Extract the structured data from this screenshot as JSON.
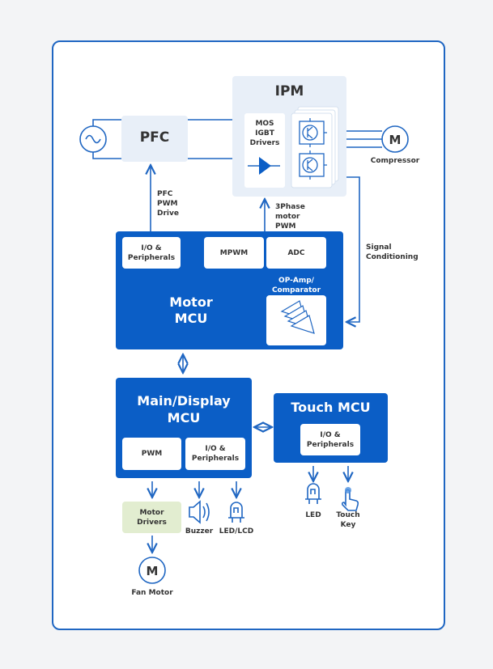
{
  "colors": {
    "frame": "#1f66c2",
    "mcu_block": "#0b5ec6",
    "light_block": "#e8eff8",
    "driver_block": "#e2edd0",
    "line": "#1f66c2"
  },
  "pfc": {
    "label": "PFC",
    "input_label": "PFC\nPWM\nDrive"
  },
  "ipm": {
    "title": "IPM",
    "drivers_label": "MOS\nIGBT\nDrivers",
    "input_label": "3Phase\nmotor\nPWM"
  },
  "compressor": {
    "symbol": "M",
    "label": "Compressor"
  },
  "signal_label": "Signal\nConditioning",
  "motor_mcu": {
    "title": "Motor\nMCU",
    "io": "I/O &\nPeripherals",
    "mpwm": "MPWM",
    "adc": "ADC",
    "opamp": "OP-Amp/\nComparator"
  },
  "main_mcu": {
    "title": "Main/Display\nMCU",
    "pwm": "PWM",
    "io": "I/O &\nPeripherals"
  },
  "touch_mcu": {
    "title": "Touch MCU",
    "io": "I/O &\nPeripherals"
  },
  "outputs": {
    "motor_drivers": "Motor\nDrivers",
    "buzzer": "Buzzer",
    "led_lcd": "LED/LCD",
    "fan_symbol": "M",
    "fan_motor": "Fan Motor",
    "led": "LED",
    "touch_key": "Touch\nKey"
  }
}
